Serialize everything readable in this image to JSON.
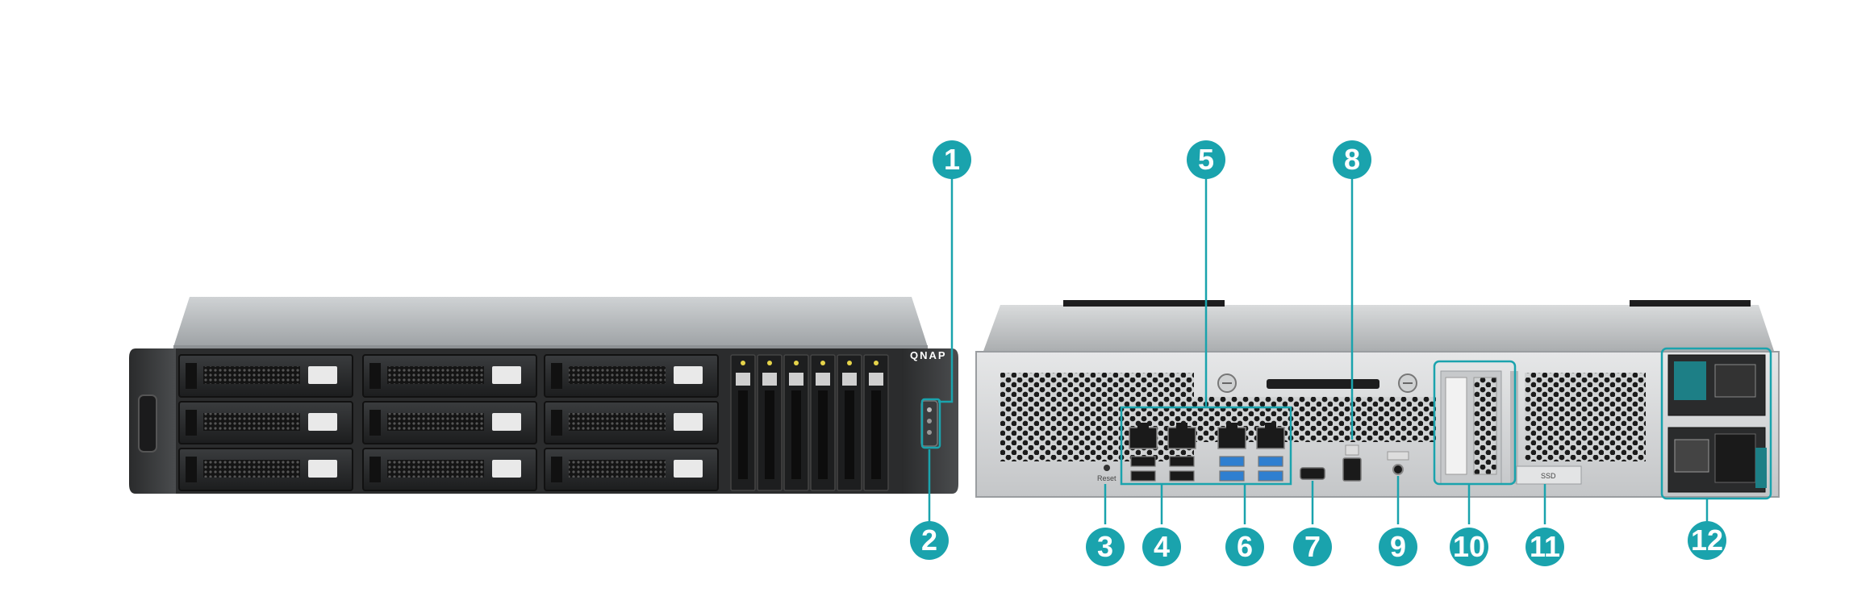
{
  "diagram": {
    "accent": "#1aa3ad",
    "front_panel": {
      "brand": "QNAP",
      "drive_bays_3_5": 9,
      "drive_bays_2_5": 6
    },
    "rear_panel": {
      "labels": {
        "reset": "Reset",
        "ssd": "SSD"
      }
    },
    "callouts": [
      {
        "id": "1",
        "label": "1"
      },
      {
        "id": "2",
        "label": "2"
      },
      {
        "id": "3",
        "label": "3"
      },
      {
        "id": "4",
        "label": "4"
      },
      {
        "id": "5",
        "label": "5"
      },
      {
        "id": "6",
        "label": "6"
      },
      {
        "id": "7",
        "label": "7"
      },
      {
        "id": "8",
        "label": "8"
      },
      {
        "id": "9",
        "label": "9"
      },
      {
        "id": "10",
        "label": "10"
      },
      {
        "id": "11",
        "label": "11"
      },
      {
        "id": "12",
        "label": "12"
      }
    ]
  }
}
